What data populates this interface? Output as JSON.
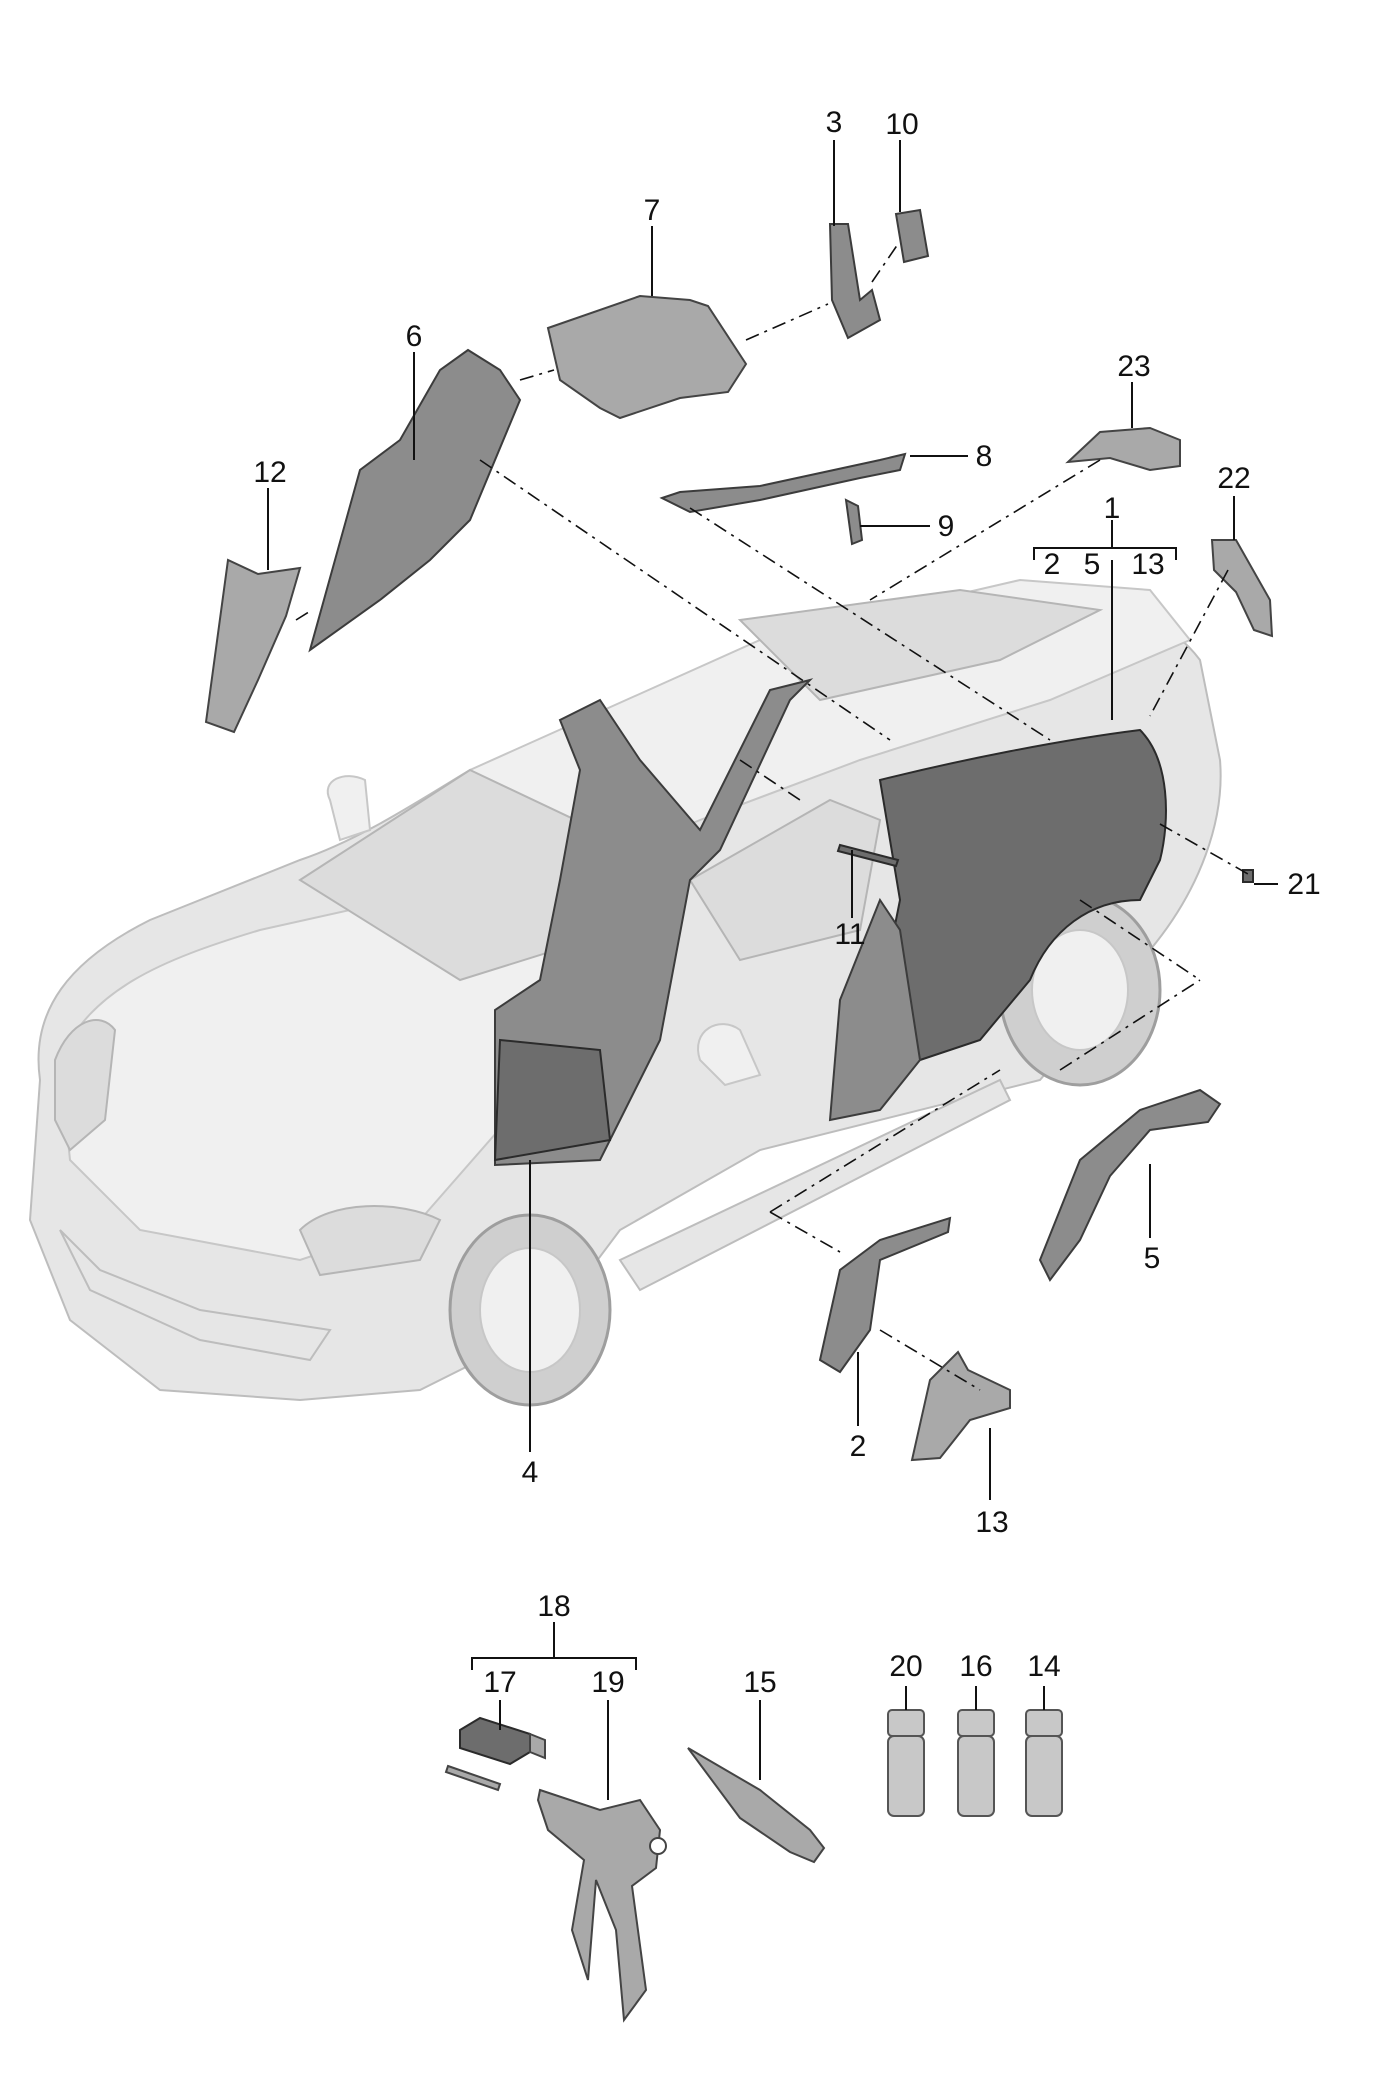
{
  "callouts": {
    "c1": "1",
    "c2a": "2",
    "c5a": "5",
    "c13a": "13",
    "c3": "3",
    "c10": "10",
    "c7": "7",
    "c6": "6",
    "c12": "12",
    "c8": "8",
    "c9": "9",
    "c23": "23",
    "c22": "22",
    "c21": "21",
    "c11": "11",
    "c4": "4",
    "c5": "5",
    "c2": "2",
    "c13": "13",
    "c18": "18",
    "c17": "17",
    "c19": "19",
    "c15": "15",
    "c20": "20",
    "c16": "16",
    "c14": "14"
  },
  "colors": {
    "parts": "#8c8c8c",
    "car": "#e6e6e6",
    "ink": "#111111"
  }
}
